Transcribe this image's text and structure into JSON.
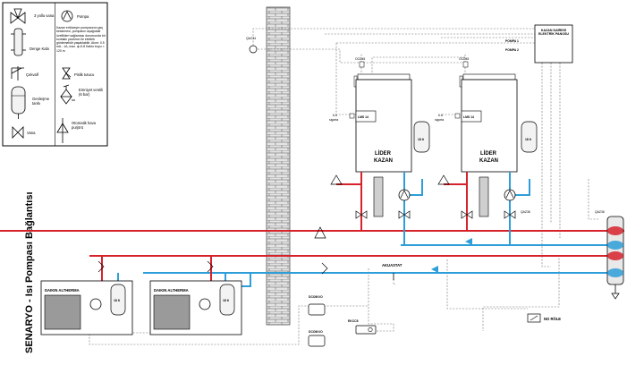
{
  "title": "SENARYO - Isı Pompası Bağlantısı",
  "colors": {
    "hot": "#d6222b",
    "cold": "#2e9ed8",
    "brick": "#d9d9d9",
    "dashed": "#6d6d6d"
  },
  "legend": {
    "three_way_valve": "3 yollu vana",
    "pump": "Pompa",
    "balance_tank": "Denge Kabı",
    "balance_tank_note": "Kazan eritözeyer pompasının geç beslemesi, pompanın aşağıdaki özellikleri sağlaması durumunda bir kontaklı yardımcı ile elektrik gönlemelidir yaşatılabilir. Akım: 0.5 mA - 1A, max. φ=0.8 Kablo boyu < 120 m",
    "check_valve": "Çekvalf",
    "dirt_separator": "Pislik tutucu",
    "expansion_tank": "Genleşme tankı",
    "safety_valve": "Emniyet ventili (6 bar)",
    "valve": "Vana",
    "auto_air_vent": "Otomatik hava purjörü"
  },
  "boilers": [
    {
      "label_line1": "LİDER",
      "label_line2": "KAZAN",
      "module": "LMS 14",
      "fuse": "6 A sigorta",
      "ocd": "OCD45",
      "tank": "18 lt"
    },
    {
      "label_line1": "LİDER",
      "label_line2": "KAZAN",
      "module": "LMS 14",
      "fuse": "6 A sigorta",
      "ocd": "OCD45",
      "tank": "18 lt"
    }
  ],
  "panel": {
    "title": "KAZAN DAİRESİ ELEKTRİK PANOSU",
    "pompa1": "POMPA 1",
    "pompa2": "POMPA 2"
  },
  "heat_pumps": [
    {
      "label": "DAIKIN ALTHERMA",
      "tank": "18 lt"
    },
    {
      "label": "DAIKIN ALTHERMA",
      "tank": "18 lt"
    }
  ],
  "labels": {
    "outdoor_sensor": "QAC34",
    "header_sensor": "QAZ36",
    "boiler2_sensor": "QAZ36",
    "aquastat": "AKUASTAT",
    "dcom1": "DCOM I/O",
    "dcom2": "DCOM I/O",
    "ekcc8": "EKCC8",
    "no_relay": "NO RÖLE"
  }
}
